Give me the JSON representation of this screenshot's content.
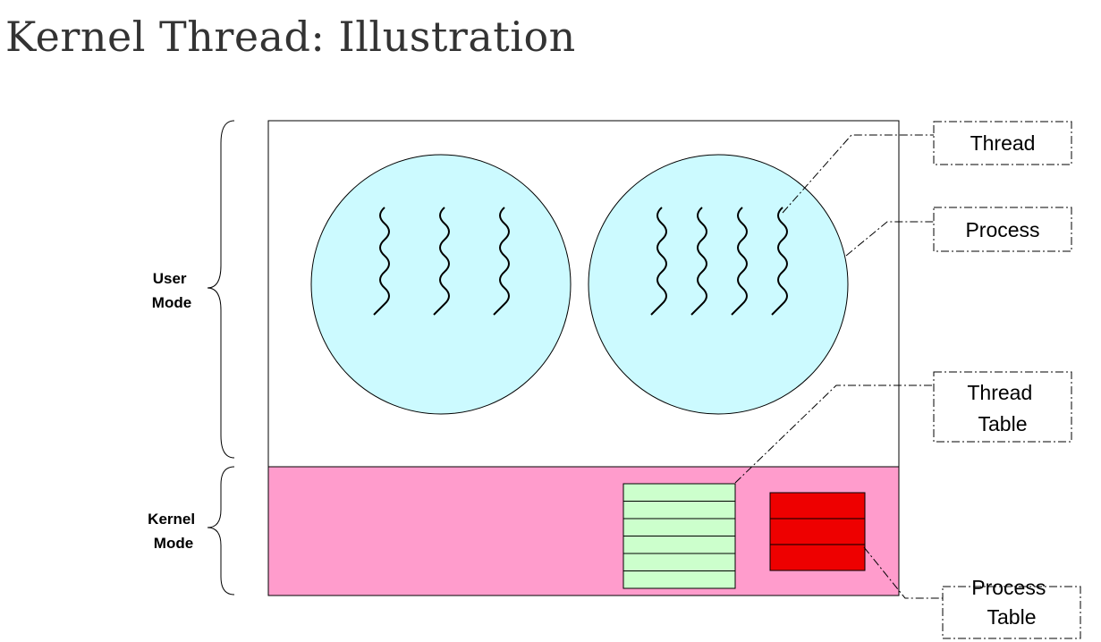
{
  "title": "Kernel Thread: Illustration",
  "mode_labels": {
    "user": [
      "User",
      "Mode"
    ],
    "kernel": [
      "Kernel",
      "Mode"
    ]
  },
  "callouts": {
    "thread": [
      "Thread"
    ],
    "process": [
      "Process"
    ],
    "thread_table": [
      "Thread",
      "Table"
    ],
    "process_table": [
      "Process",
      "Table"
    ]
  },
  "colors": {
    "process_fill": "#ccfaff",
    "kernel_fill": "#ff9ccc",
    "thread_table_fill": "#ccffcc",
    "process_table_fill": "#ee0000"
  },
  "processes": [
    {
      "thread_count": 3
    },
    {
      "thread_count": 4
    }
  ],
  "thread_table": {
    "rows": 6
  },
  "process_table": {
    "rows": 3
  }
}
